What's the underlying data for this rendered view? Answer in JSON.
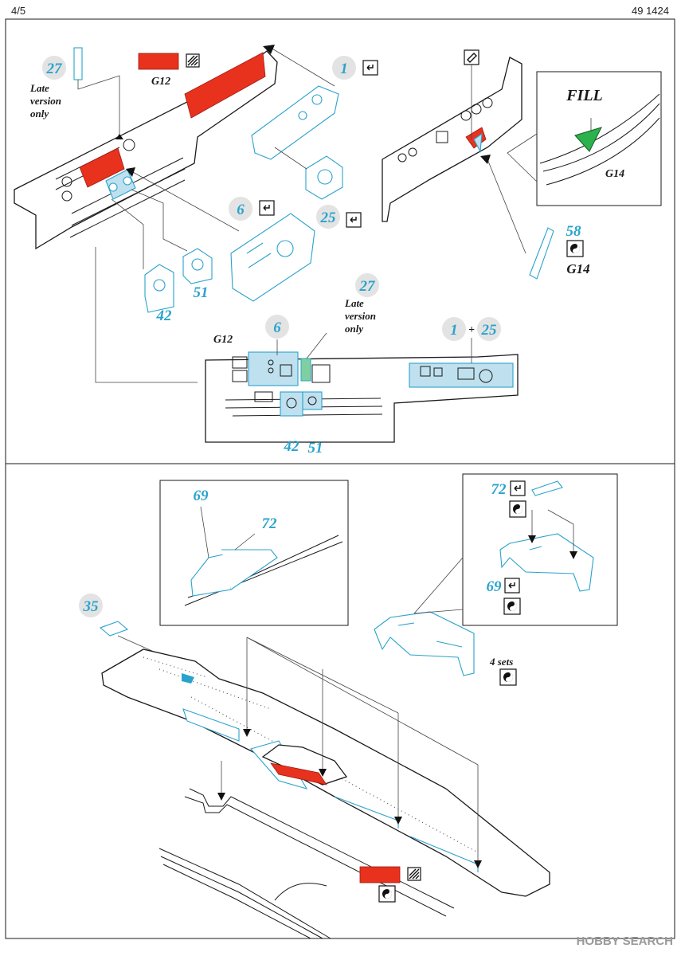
{
  "header": {
    "page": "4/5",
    "product_code": "49 1424"
  },
  "top_left": {
    "part_27": "27",
    "note_27": [
      "Late",
      "version",
      "only"
    ],
    "color_g12": "G12",
    "part_1": "1",
    "part_6": "6",
    "part_25": "25",
    "part_42": "42",
    "part_51": "51"
  },
  "top_right": {
    "fill_label": "FILL",
    "g14_detail": "G14",
    "part_58": "58",
    "g14_label": "G14"
  },
  "assembled": {
    "color_g12": "G12",
    "part_6": "6",
    "part_27": "27",
    "note_27": [
      "Late",
      "version",
      "only"
    ],
    "part_1": "1",
    "plus": "+",
    "part_25": "25",
    "part_42": "42",
    "part_51": "51"
  },
  "lower": {
    "part_69": "69",
    "part_72": "72",
    "part_35": "35",
    "sets_note": "4 sets"
  },
  "watermark": "HOBBY SEARCH",
  "colors": {
    "pe_blue": "#2aa3cc",
    "red_paint": "#e8321e",
    "green_fill": "#2bb24c",
    "pe_fill": "#bfe0ee"
  },
  "icons": [
    "fold-icon",
    "paint-icon",
    "glue-icon",
    "part-remove-icon"
  ]
}
